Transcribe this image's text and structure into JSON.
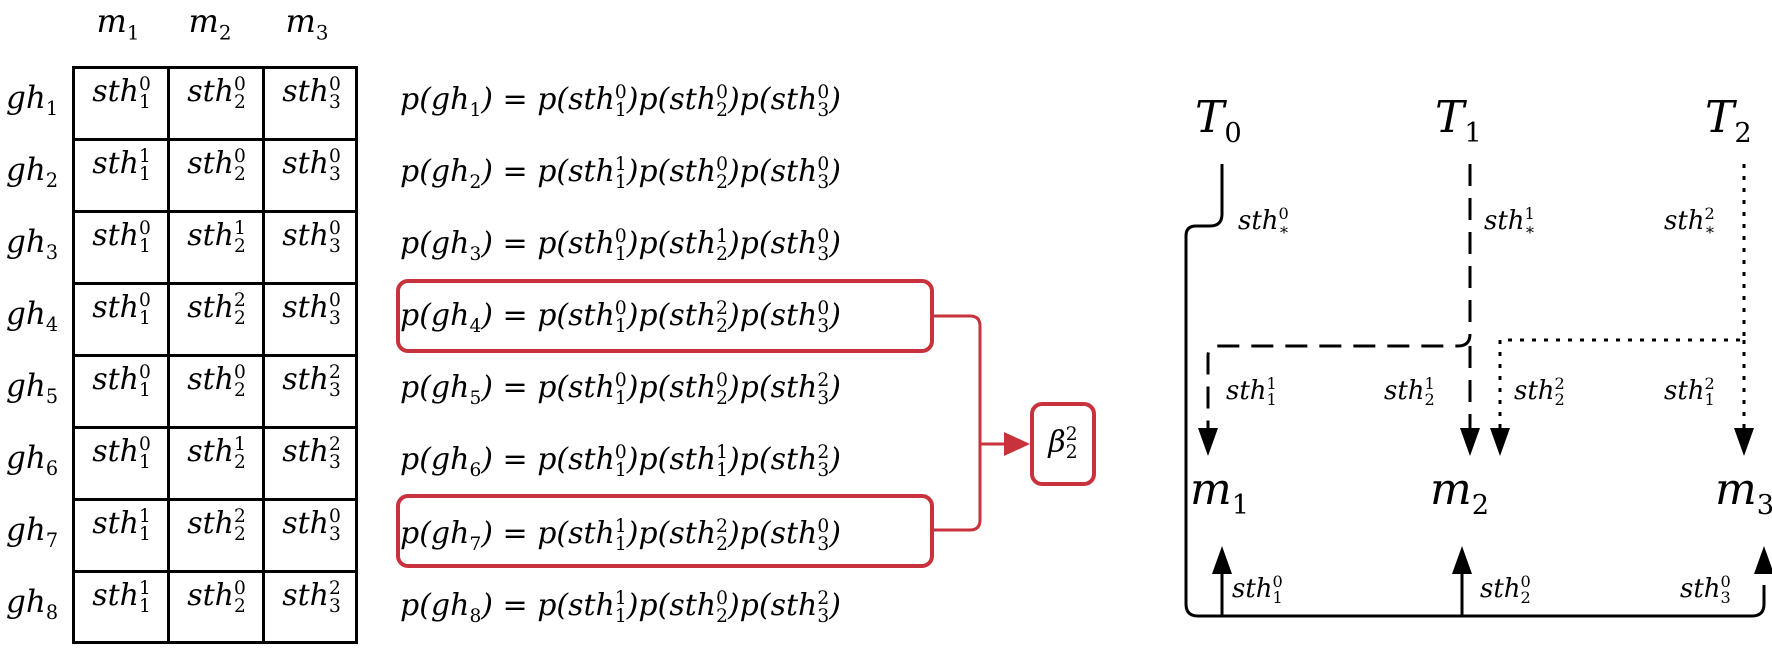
{
  "table": {
    "col_headers": [
      "m1",
      "m2",
      "m3"
    ],
    "row_headers": [
      "gh1",
      "gh2",
      "gh3",
      "gh4",
      "gh5",
      "gh6",
      "gh7",
      "gh8"
    ],
    "cells": [
      [
        "sth_1^0",
        "sth_2^0",
        "sth_3^0"
      ],
      [
        "sth_1^1",
        "sth_2^0",
        "sth_3^0"
      ],
      [
        "sth_1^0",
        "sth_2^1",
        "sth_3^0"
      ],
      [
        "sth_1^0",
        "sth_2^2",
        "sth_3^0"
      ],
      [
        "sth_1^0",
        "sth_2^0",
        "sth_3^2"
      ],
      [
        "sth_1^0",
        "sth_2^1",
        "sth_3^2"
      ],
      [
        "sth_1^1",
        "sth_2^2",
        "sth_3^0"
      ],
      [
        "sth_1^1",
        "sth_2^0",
        "sth_3^2"
      ]
    ]
  },
  "equations": [
    "p(gh1) = p(sth_1^0)p(sth_2^0)p(sth_3^0)",
    "p(gh2) = p(sth_1^1)p(sth_2^0)p(sth_3^0)",
    "p(gh3) = p(sth_1^0)p(sth_2^1)p(sth_3^0)",
    "p(gh4) = p(sth_1^0)p(sth_2^2)p(sth_3^0)",
    "p(gh5) = p(sth_1^0)p(sth_2^0)p(sth_3^2)",
    "p(gh6) = p(sth_1^0)p(sth_1^1)p(sth_3^2)",
    "p(gh7) = p(sth_1^1)p(sth_2^2)p(sth_3^0)",
    "p(gh8) = p(sth_1^1)p(sth_2^0)p(sth_3^2)"
  ],
  "highlighted_rows": [
    4,
    7
  ],
  "result": "beta_2^2",
  "highlight_color": "#c8323c",
  "graph": {
    "threads": [
      "T0",
      "T1",
      "T2"
    ],
    "machines": [
      "m1",
      "m2",
      "m3"
    ],
    "thread_edge_labels": [
      "sth_*^0",
      "sth_*^1",
      "sth_*^2"
    ],
    "dashed_labels": [
      "sth_1^1",
      "sth_2^1"
    ],
    "dotted_labels": [
      "sth_2^2",
      "sth_1^2"
    ],
    "bottom_labels": [
      "sth_1^0",
      "sth_2^0",
      "sth_3^0"
    ],
    "line_styles": {
      "T0": "solid",
      "T1": "dashed",
      "T2": "dotted"
    }
  }
}
